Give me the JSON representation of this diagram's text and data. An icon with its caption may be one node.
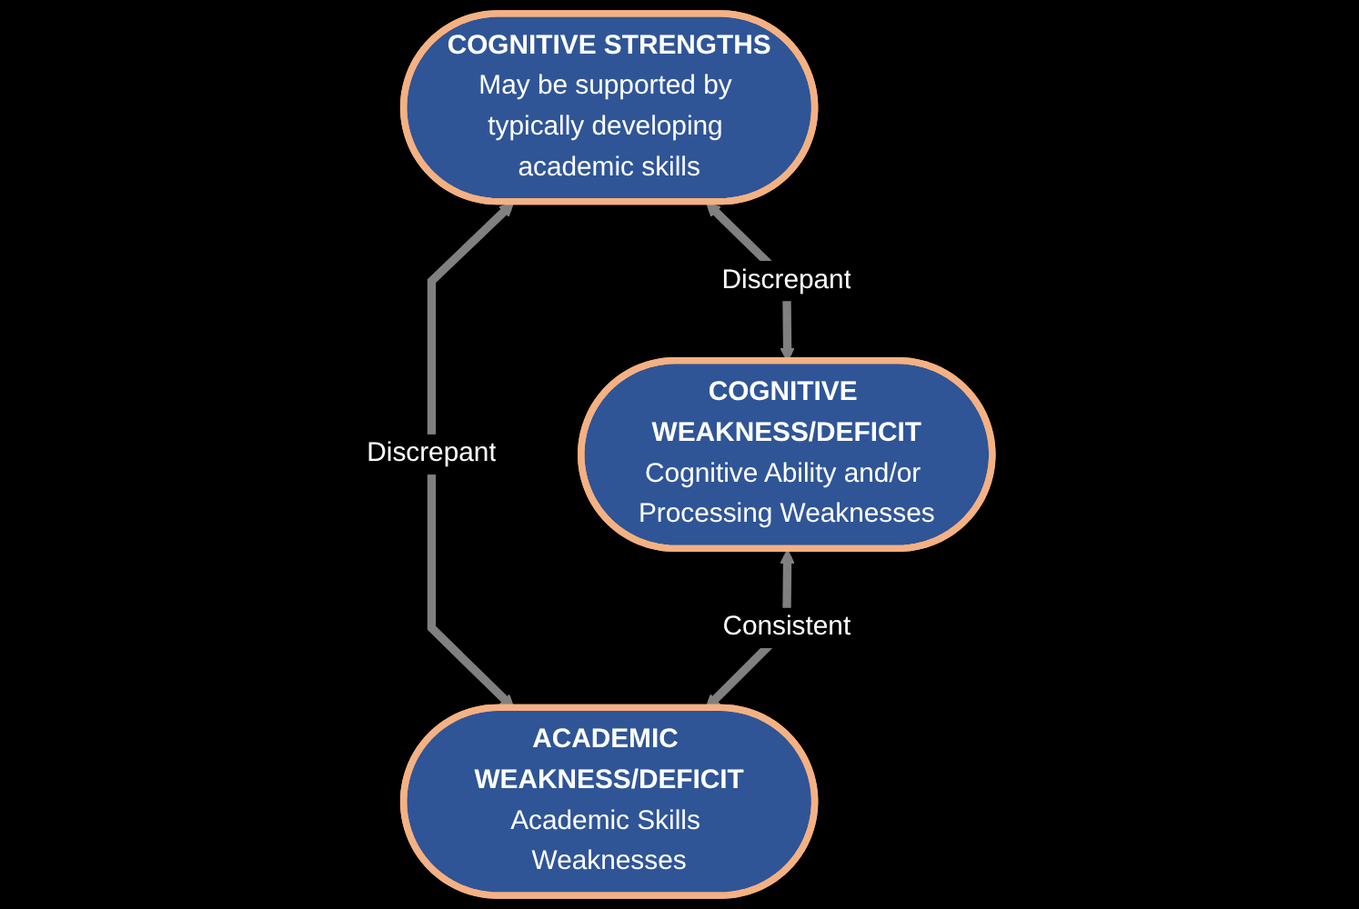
{
  "diagram": {
    "nodes": [
      {
        "text": [
          "COGNITIVE STRENGTHS",
          "May be supported by typically developing academic skills"
        ]
      },
      {
        "text": [
          "COGNITIVE WEAKNESS/DEFICIT",
          "Cognitive Ability and/or Processing Weaknesses"
        ]
      },
      {
        "text": [
          "ACADEMIC WEAKNESS/DEFICIT",
          "Academic Skills Weaknesses"
        ]
      }
    ],
    "edges": [
      {
        "from": 0,
        "to": 1,
        "arrow": "both",
        "label": "Discrepant"
      },
      {
        "from": 0,
        "to": 2,
        "arrow": "both",
        "label": "Discrepant"
      },
      {
        "from": 1,
        "to": 2,
        "arrow": "both",
        "label": "Consistent"
      }
    ]
  }
}
